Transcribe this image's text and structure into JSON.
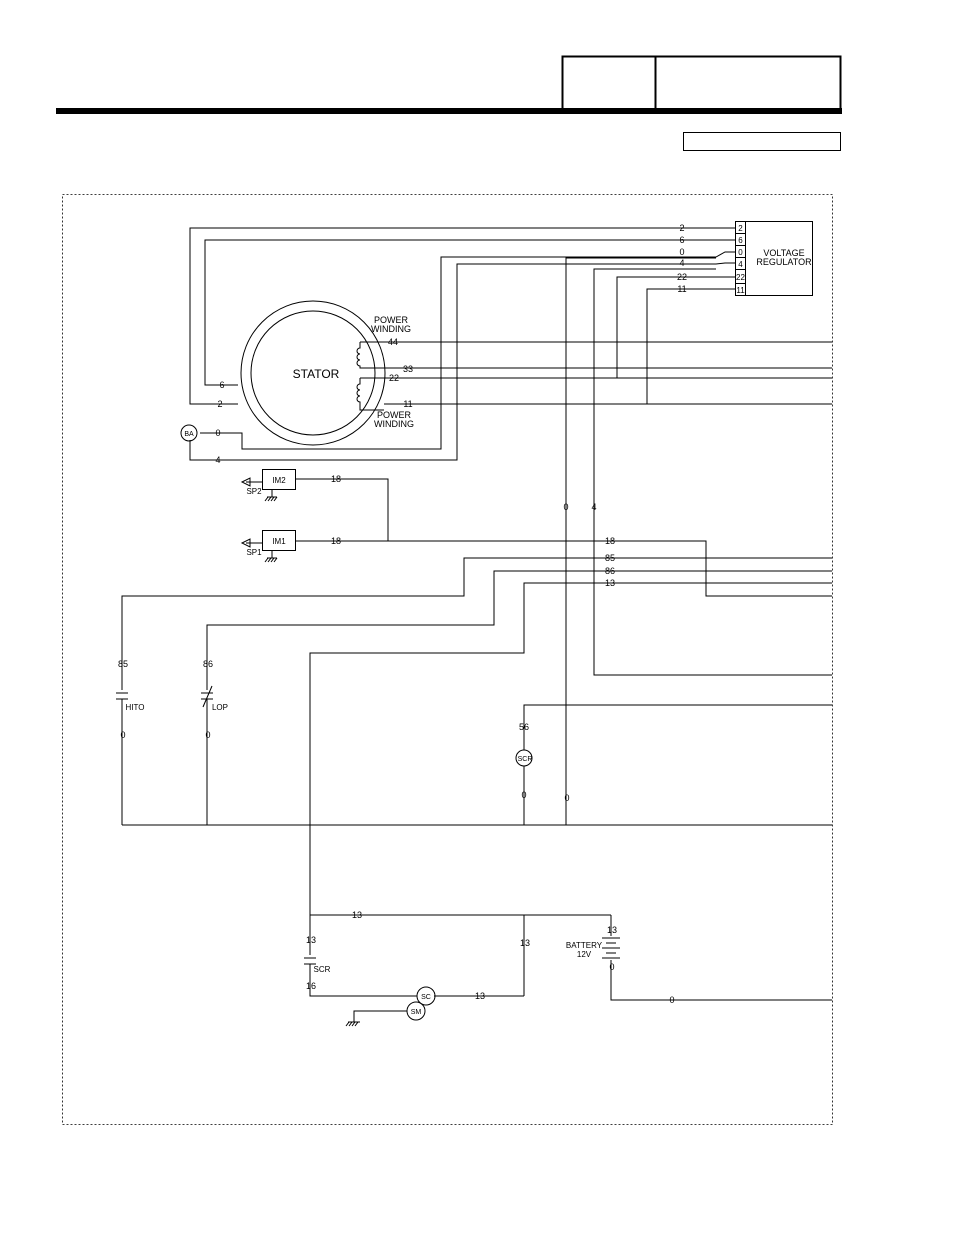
{
  "header": {
    "box1_text": "",
    "box2_text": "",
    "small_box_text": ""
  },
  "regulator": {
    "title_line1": "VOLTAGE",
    "title_line2": "REGULATOR",
    "terminals": [
      "2",
      "6",
      "0",
      "4",
      "22",
      "11"
    ]
  },
  "regulator_wires": [
    "2",
    "6",
    "0",
    "4",
    "22",
    "11"
  ],
  "stator": {
    "label": "STATOR",
    "power_winding_top": [
      "POWER",
      "WINDING"
    ],
    "power_winding_bottom": [
      "POWER",
      "WINDING"
    ],
    "wire_44": "44",
    "wire_33": "33",
    "wire_22": "22",
    "wire_11": "11",
    "wire_6": "6",
    "wire_2": "2",
    "wire_0": "0",
    "wire_4": "4"
  },
  "ba": {
    "label": "BA"
  },
  "im2": {
    "label": "IM2",
    "sp_label": "SP2",
    "wire": "18"
  },
  "im1": {
    "label": "IM1",
    "sp_label": "SP1",
    "wire": "18"
  },
  "trunk": {
    "wire_0": "0",
    "wire_4": "4"
  },
  "bus": {
    "w18": "18",
    "w85": "85",
    "w86": "86",
    "w13": "13"
  },
  "hito": {
    "label": "HITO",
    "top": "85",
    "bottom": "0"
  },
  "lop": {
    "label": "LOP",
    "top": "86",
    "bottom": "0"
  },
  "scr_relay": {
    "label": "SCR",
    "top": "56",
    "bottom": "0",
    "side": "0"
  },
  "starter": {
    "w13_top": "13",
    "scr_label": "SCR",
    "scr_top": "13",
    "scr_bottom": "16",
    "w13_vert": "13",
    "w13_sc": "13",
    "sc_label": "SC",
    "sm_label": "SM"
  },
  "battery": {
    "label": "BATTERY",
    "voltage": "12V",
    "top": "13",
    "bottom": "0",
    "ground_wire": "0"
  }
}
